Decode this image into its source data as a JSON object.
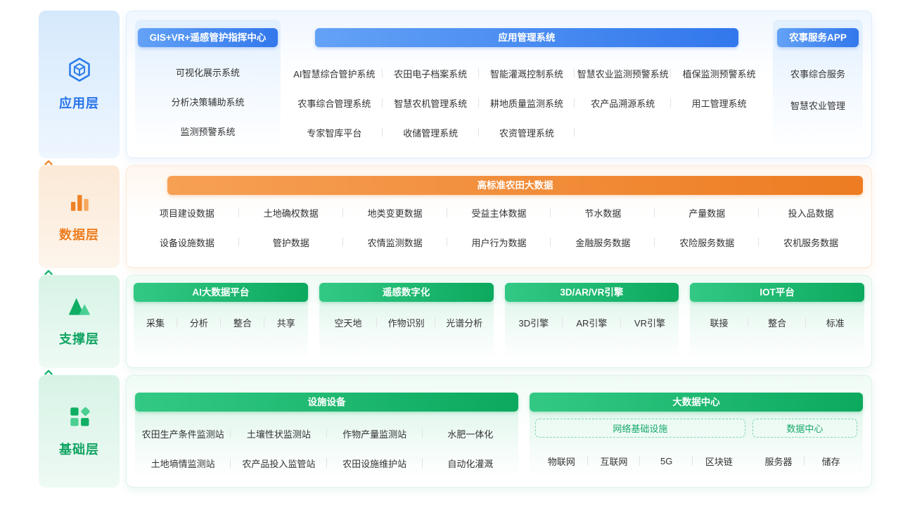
{
  "colors": {
    "blue": "#2b7ce9",
    "orange": "#ee7d1f",
    "green": "#10a966"
  },
  "layers": {
    "application": {
      "label": "应用层",
      "icon": "hexagon-cube-icon",
      "groups": {
        "gis": {
          "title": "GIS+VR+遥感管护指挥中心",
          "items": [
            "可视化展示系统",
            "分析决策辅助系统",
            "监测预警系统"
          ]
        },
        "management": {
          "title": "应用管理系统",
          "rows": [
            [
              "AI智慧综合管护系统",
              "农田电子档案系统",
              "智能灌溉控制系统",
              "智慧农业监测预警系统",
              "植保监测预警系统"
            ],
            [
              "农事综合管理系统",
              "智慧农机管理系统",
              "耕地质量监测系统",
              "农产品溯源系统",
              "用工管理系统"
            ],
            [
              "专家智库平台",
              "收储管理系统",
              "农资管理系统"
            ]
          ]
        },
        "app": {
          "title": "农事服务APP",
          "items": [
            "农事综合服务",
            "智慧农业管理"
          ]
        }
      }
    },
    "data": {
      "label": "数据层",
      "icon": "bar-chart-icon",
      "title": "高标准农田大数据",
      "rows": [
        [
          "项目建设数据",
          "土地确权数据",
          "地类变更数据",
          "受益主体数据",
          "节水数据",
          "产量数据",
          "投入品数据"
        ],
        [
          "设备设施数据",
          "管护数据",
          "农情监测数据",
          "用户行为数据",
          "金融服务数据",
          "农险服务数据",
          "农机服务数据"
        ]
      ]
    },
    "support": {
      "label": "支撑层",
      "icon": "mountains-icon",
      "groups": [
        {
          "title": "AI大数据平台",
          "items": [
            "采集",
            "分析",
            "整合",
            "共享"
          ]
        },
        {
          "title": "遥感数字化",
          "items": [
            "空天地",
            "作物识别",
            "光谱分析"
          ]
        },
        {
          "title": "3D/AR/VR引擎",
          "items": [
            "3D引擎",
            "AR引擎",
            "VR引擎"
          ]
        },
        {
          "title": "IOT平台",
          "items": [
            "联接",
            "整合",
            "标准"
          ]
        }
      ]
    },
    "base": {
      "label": "基础层",
      "icon": "blocks-icon",
      "facilities": {
        "title": "设施设备",
        "rows": [
          [
            "农田生产条件监测站",
            "土壤性状监测站",
            "作物产量监测站",
            "水肥一体化"
          ],
          [
            "土地墒情监测站",
            "农产品投入监管站",
            "农田设施维护站",
            "自动化灌溉"
          ]
        ]
      },
      "bigdata": {
        "title": "大数据中心",
        "groups": [
          {
            "title": "网络基础设施",
            "items": [
              "物联网",
              "互联网",
              "5G",
              "区块链"
            ]
          },
          {
            "title": "数据中心",
            "items": [
              "服务器",
              "储存"
            ]
          }
        ]
      }
    }
  }
}
